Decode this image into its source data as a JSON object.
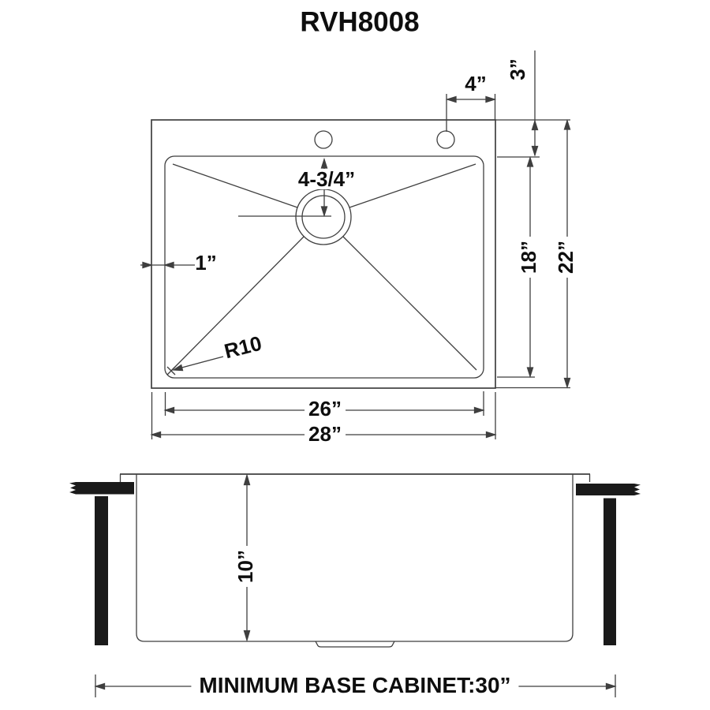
{
  "title": "RVH8008",
  "colors": {
    "line": "#3f3f3f",
    "text": "#0e0e0e",
    "solid": "#1a1a1a",
    "background": "#ffffff"
  },
  "top_view": {
    "name": "top view",
    "dimensions": {
      "faucet_hole_offset": "4”",
      "rim_to_bowl_top": "3”",
      "drain_opening": "4-3/4”",
      "rim_thickness": "1”",
      "corner_radius": "R10",
      "bowl_front_to_back": "18”",
      "overall_front_to_back": "22”",
      "bowl_width": "26”",
      "overall_width": "28”"
    }
  },
  "side_view": {
    "name": "side section view",
    "dimensions": {
      "bowl_depth": "10”"
    }
  },
  "footer": {
    "min_base_cabinet": "MINIMUM BASE CABINET:30”"
  }
}
